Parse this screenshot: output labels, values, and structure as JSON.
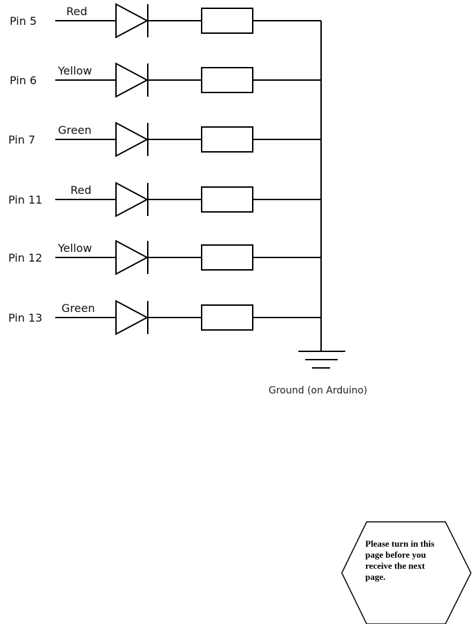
{
  "circuit": {
    "rows": [
      {
        "pin": "Pin 5",
        "color": "Red"
      },
      {
        "pin": "Pin 6",
        "color": "Yellow"
      },
      {
        "pin": "Pin 7",
        "color": "Green"
      },
      {
        "pin": "Pin 11",
        "color": "Red"
      },
      {
        "pin": "Pin 12",
        "color": "Yellow"
      },
      {
        "pin": "Pin 13",
        "color": "Green"
      }
    ],
    "ground_label": "Ground (on Arduino)"
  },
  "note": {
    "lines": [
      "Please turn in this",
      "page before you",
      "receive the next",
      "page."
    ]
  }
}
